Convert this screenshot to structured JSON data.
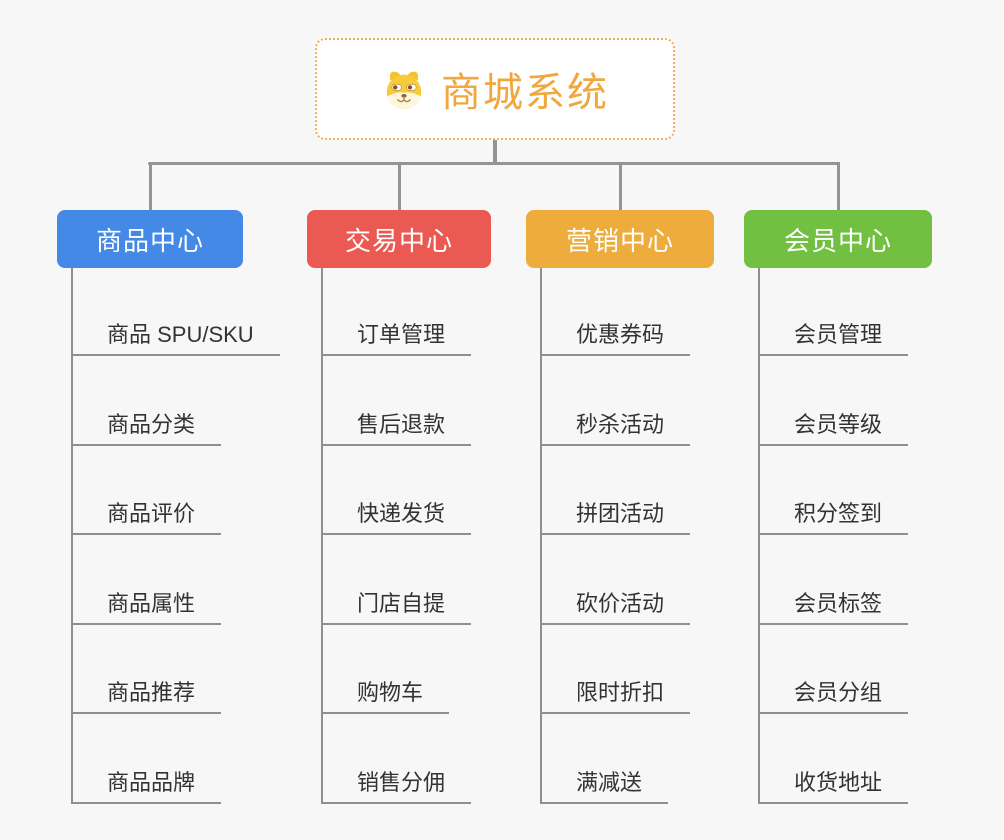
{
  "app": {
    "background_color": "#F7F7F7",
    "connector_color": "#949494",
    "leaf_line_color": "#8F8F8F",
    "leaf_text_color": "#333333"
  },
  "root": {
    "title": "商城系统",
    "title_color": "#F0A73E",
    "border_color": "#EFB152",
    "icon": "dog-face-icon"
  },
  "branches": [
    {
      "id": "product-center",
      "label": "商品中心",
      "color": "#4589E6",
      "children": [
        "商品 SPU/SKU",
        "商品分类",
        "商品评价",
        "商品属性",
        "商品推荐",
        "商品品牌"
      ]
    },
    {
      "id": "trade-center",
      "label": "交易中心",
      "color": "#EB5A52",
      "children": [
        "订单管理",
        "售后退款",
        "快递发货",
        "门店自提",
        "购物车",
        "销售分佣"
      ]
    },
    {
      "id": "marketing-center",
      "label": "营销中心",
      "color": "#EEAC3C",
      "children": [
        "优惠券码",
        "秒杀活动",
        "拼团活动",
        "砍价活动",
        "限时折扣",
        "满减送"
      ]
    },
    {
      "id": "member-center",
      "label": "会员中心",
      "color": "#72C041",
      "children": [
        "会员管理",
        "会员等级",
        "积分签到",
        "会员标签",
        "会员分组",
        "收货地址"
      ]
    }
  ]
}
